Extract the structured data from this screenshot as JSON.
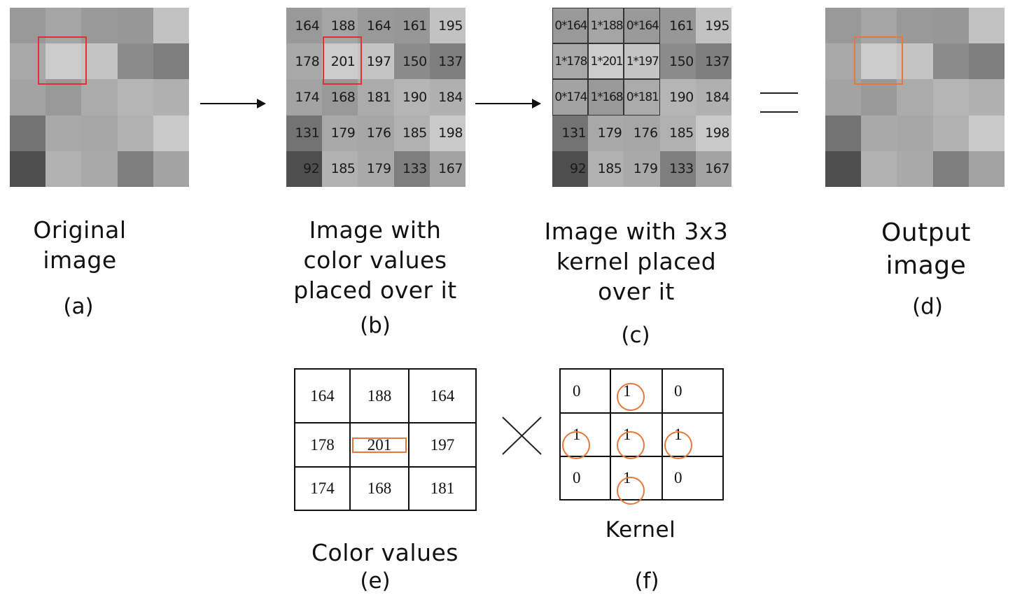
{
  "shades": [
    [
      "#999999",
      "#a5a5a5",
      "#999999",
      "#979797",
      "#c2c2c2"
    ],
    [
      "#a8a8a8",
      "#cbcbcb",
      "#c4c4c4",
      "#8b8b8b",
      "#7e7e7e"
    ],
    [
      "#a3a3a3",
      "#999999",
      "#ababab",
      "#b5b5b5",
      "#b0b0b0"
    ],
    [
      "#737373",
      "#a9a9a9",
      "#a6a6a6",
      "#b1b1b1",
      "#c9c9c9"
    ],
    [
      "#4e4e4e",
      "#b1b1b1",
      "#a9a9a9",
      "#7e7e7e",
      "#a3a3a3"
    ]
  ],
  "values": [
    [
      "164",
      "188",
      "164",
      "161",
      "195"
    ],
    [
      "178",
      "201",
      "197",
      "150",
      "137"
    ],
    [
      "174",
      "168",
      "181",
      "190",
      "184"
    ],
    [
      "131",
      "179",
      "176",
      "185",
      "198"
    ],
    [
      "92",
      "185",
      "179",
      "133",
      "167"
    ]
  ],
  "kernel_overlay": [
    [
      "0*164",
      "1*188",
      "0*164",
      "161",
      "195"
    ],
    [
      "1*178",
      "1*201",
      "1*197",
      "150",
      "137"
    ],
    [
      "0*174",
      "1*168",
      "0*181",
      "190",
      "184"
    ],
    [
      "131",
      "179",
      "176",
      "185",
      "198"
    ],
    [
      "92",
      "185",
      "179",
      "133",
      "167"
    ]
  ],
  "color_values_table": [
    [
      "164",
      "188",
      "164"
    ],
    [
      "178",
      "201",
      "197"
    ],
    [
      "174",
      "168",
      "181"
    ]
  ],
  "kernel_table": [
    [
      "0",
      "1",
      "0"
    ],
    [
      "1",
      "1",
      "1"
    ],
    [
      "0",
      "1",
      "0"
    ]
  ],
  "captions": {
    "a": [
      "Original",
      "image"
    ],
    "a_letter": "(a)",
    "b": [
      "Image with",
      "color values",
      "placed over it"
    ],
    "b_letter": "(b)",
    "c": [
      "Image with 3x3",
      "kernel placed",
      "over it"
    ],
    "c_letter": "(c)",
    "d": [
      "Output",
      "image"
    ],
    "d_letter": "(d)",
    "e": "Color values",
    "e_letter": "(e)",
    "f": "Kernel",
    "f_letter": "(f)"
  },
  "colors": {
    "highlight_red": "#e0312f",
    "highlight_orange": "#e8783a"
  }
}
